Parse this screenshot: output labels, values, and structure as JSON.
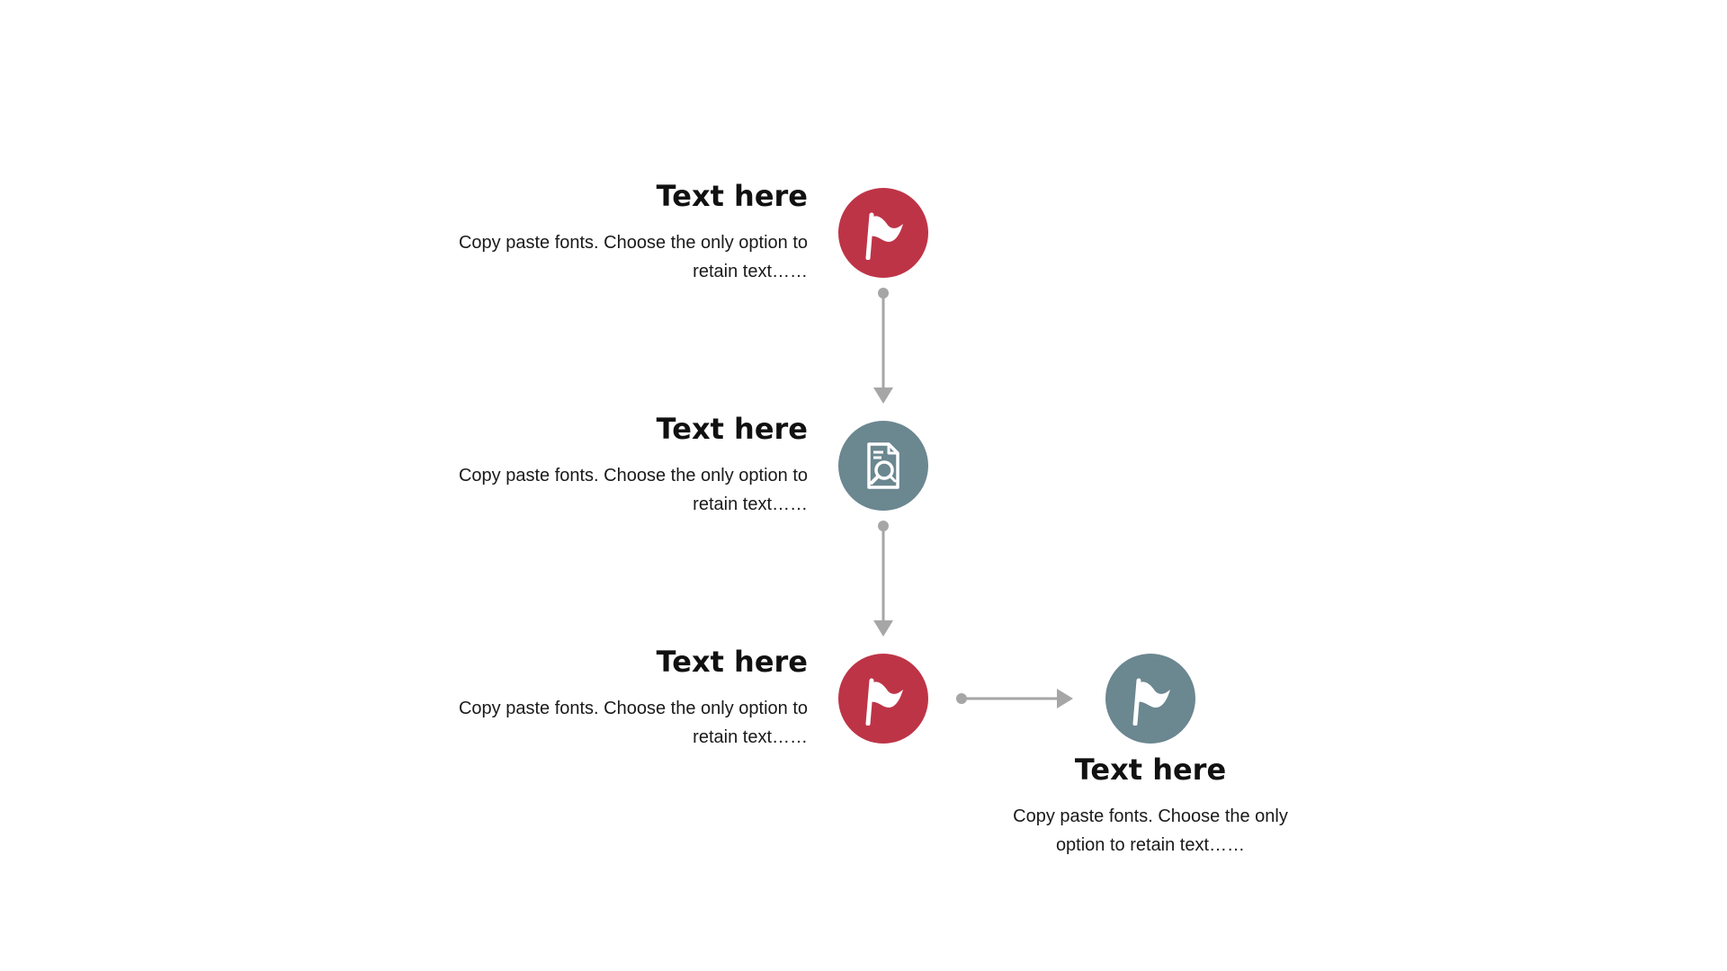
{
  "colors": {
    "red": "#BE3447",
    "slate": "#6B8790",
    "connector": "#A6A6A6",
    "icon": "#FFFFFF"
  },
  "steps": [
    {
      "heading": "Text here",
      "description": "Copy paste fonts. Choose the only option to retain text……",
      "icon": "flag-icon",
      "color": "red"
    },
    {
      "heading": "Text here",
      "description": "Copy paste fonts. Choose the only option to retain text……",
      "icon": "document-search-icon",
      "color": "slate"
    },
    {
      "heading": "Text here",
      "description": "Copy paste fonts. Choose the only option to retain text……",
      "icon": "flag-icon",
      "color": "red"
    },
    {
      "heading": "Text here",
      "description": "Copy paste fonts. Choose the only option to retain text……",
      "icon": "flag-icon",
      "color": "slate"
    }
  ]
}
